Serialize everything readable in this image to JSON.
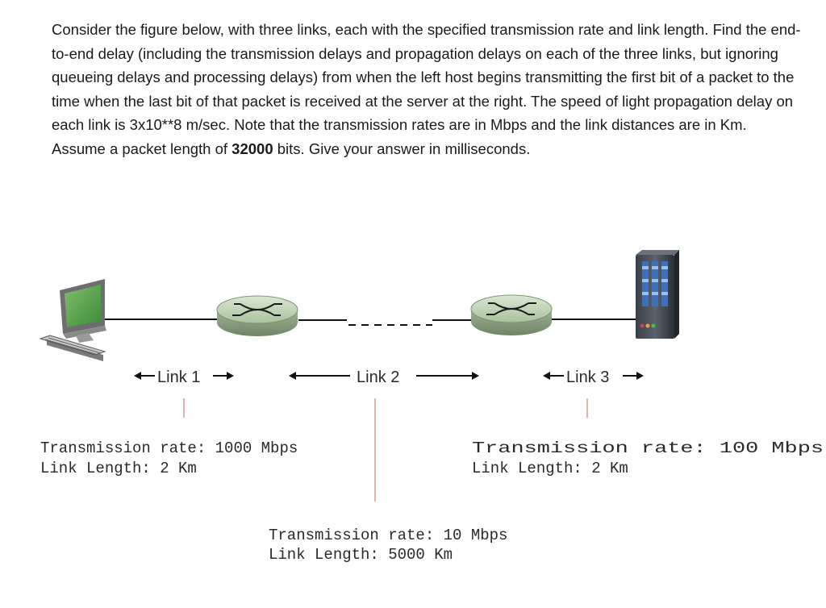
{
  "question": {
    "intro": "Consider the figure below, with three links, each with the specified transmission rate and link length. Find the end-to-end delay (including the transmission delays and propagation delays on each of the three links, but ignoring queueing delays and processing delays) from when the left host begins transmitting the first bit of a packet to the time when the last bit of that packet is received at the server at the right. The speed of light propagation delay on each link is 3x10**8 m/sec. Note that the transmission rates are in Mbps and the link distances are in Km. Assume a packet length of",
    "packet_bits": "32000",
    "outro": " bits. Give your answer in milliseconds."
  },
  "links": [
    {
      "label": "Link 1",
      "rate": "Transmission rate: 1000 Mbps",
      "length": "Link Length: 2 Km"
    },
    {
      "label": "Link 2",
      "rate": "Transmission rate: 10 Mbps",
      "length": "Link Length: 5000 Km"
    },
    {
      "label": "Link 3",
      "rate": "Transmission rate: 100 Mbps",
      "length": "Link Length: 2 Km"
    }
  ]
}
